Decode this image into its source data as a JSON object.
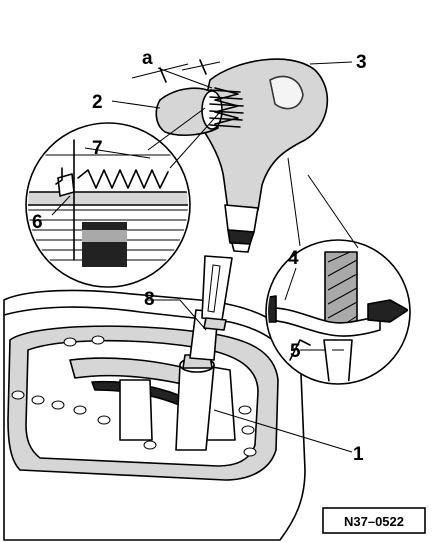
{
  "callouts": {
    "c1": "1",
    "c2": "2",
    "c3": "3",
    "c4": "4",
    "c5": "5",
    "c6": "6",
    "c7": "7",
    "c8": "8",
    "ca": "a"
  },
  "reference_code": "N37–0522"
}
